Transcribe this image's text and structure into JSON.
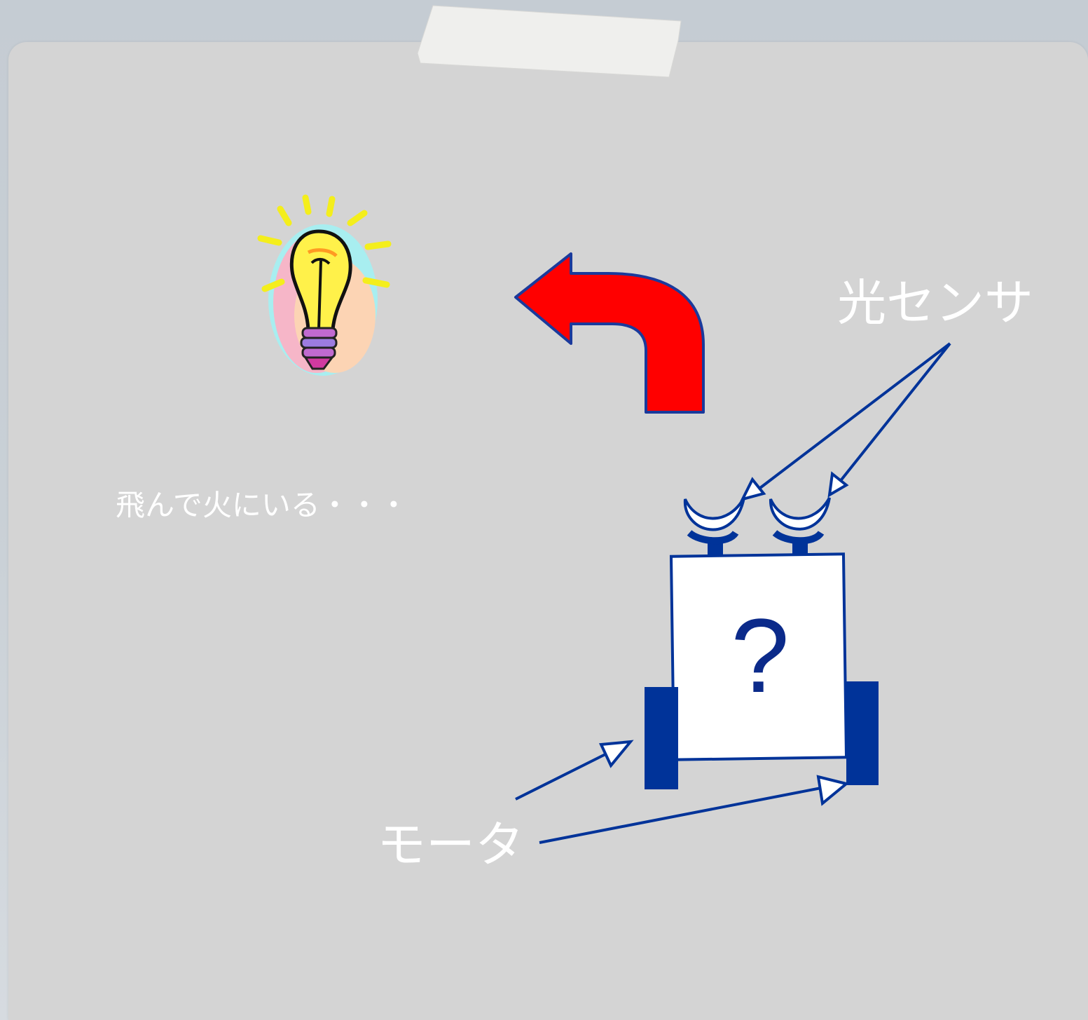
{
  "labels": {
    "light_sensor": "光センサ",
    "motor": "モータ",
    "caption": "飛んで火にいる・・・",
    "robot_mark": "?"
  },
  "icons": {
    "light": "lightbulb-icon",
    "direction": "turn-left-arrow-icon"
  },
  "colors": {
    "arrow_fill": "#ff0000",
    "robot_blue": "#003399",
    "text": "#ffffff"
  }
}
